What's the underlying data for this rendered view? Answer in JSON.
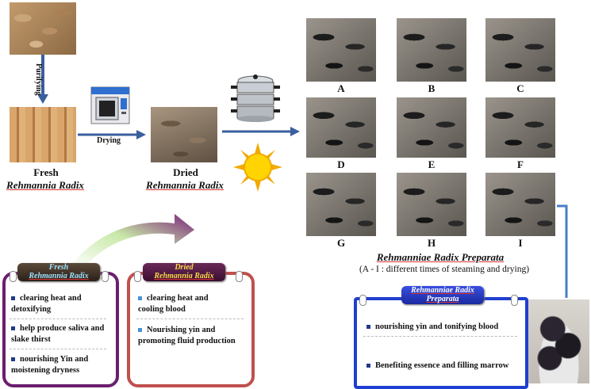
{
  "steps": {
    "purifying": "Purifying",
    "drying": "Drying"
  },
  "fresh": {
    "label_top": "Fresh",
    "label_bottom": "Rehmannia  Radix"
  },
  "dried": {
    "label_top": "Dried",
    "label_bottom": "Rehmannia  Radix"
  },
  "grid": {
    "labels": [
      "A",
      "B",
      "C",
      "D",
      "E",
      "F",
      "G",
      "H",
      "I"
    ],
    "caption_title": "Rehmanniae Radix Preparata",
    "caption_sub": "(A - I : different times of steaming and drying)"
  },
  "cards": {
    "fresh": {
      "tag_line1": "Fresh",
      "tag_line2": "Rehmannia Radix",
      "items": [
        "clearing heat and detoxifying",
        "help produce saliva and slake thirst",
        "nourishing Yin and moistening dryness"
      ]
    },
    "dried": {
      "tag_line1": "Dried",
      "tag_line2": "Rehmannia Radix",
      "items": [
        "clearing heat and cooling blood",
        "Nourishing yin and promoting fluid production"
      ]
    },
    "prep": {
      "tag_line1": "Rehmanniae Radix",
      "tag_line2": "Preparata",
      "items": [
        "nourishing yin and tonifying blood",
        "Benefiting essence and filling marrow"
      ]
    }
  },
  "colors": {
    "arrow_blue": "#3a5f9e",
    "fresh_border": "#6b1e6e",
    "dried_border": "#c0504d",
    "prep_border": "#1f3fd0",
    "connector": "#4a7cc7"
  },
  "icons": [
    "oven-icon",
    "steamer-pot-icon",
    "sun-icon"
  ]
}
